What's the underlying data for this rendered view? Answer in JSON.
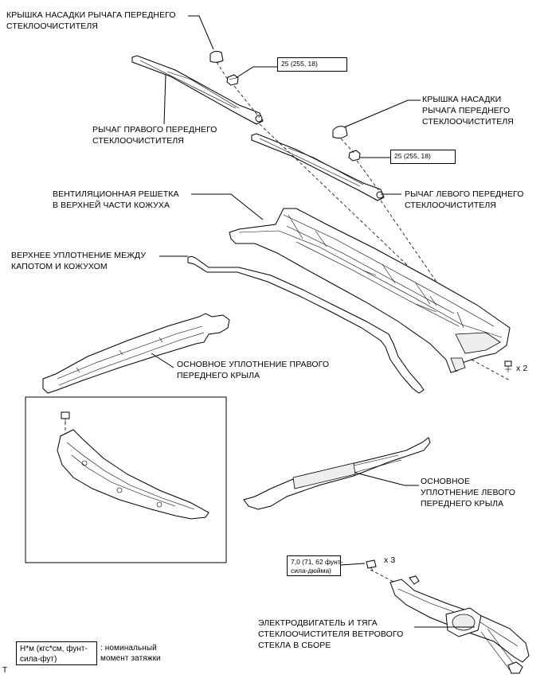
{
  "labels": {
    "cap_right_1": "КРЫШКА НАСАДКИ РЫЧАГА ПЕРЕДНЕГО",
    "cap_right_2": "СТЕКЛООЧИСТИТЕЛЯ",
    "cap_left_1": "КРЫШКА НАСАДКИ",
    "cap_left_2": "РЫЧАГА ПЕРЕДНЕГО",
    "cap_left_3": "СТЕКЛООЧИСТИТЕЛЯ",
    "arm_right_1": "РЫЧАГ ПРАВОГО ПЕРЕДНЕГО",
    "arm_right_2": "СТЕКЛООЧИСТИТЕЛЯ",
    "arm_left_1": "РЫЧАГ ЛЕВОГО ПЕРЕДНЕГО",
    "arm_left_2": "СТЕКЛООЧИСТИТЕЛЯ",
    "cowl_1": "ВЕНТИЛЯЦИОННАЯ РЕШЕТКА",
    "cowl_2": "В ВЕРХНЕЙ ЧАСТИ КОЖУХА",
    "seal_top_1": "ВЕРХНЕЕ УПЛОТНЕНИЕ МЕЖДУ",
    "seal_top_2": "КАПОТОМ И КОЖУХОМ",
    "seal_right_1": "ОСНОВНОЕ УПЛОТНЕНИЕ ПРАВОГО",
    "seal_right_2": "ПЕРЕДНЕГО КРЫЛА",
    "seal_left_1": "ОСНОВНОЕ",
    "seal_left_2": "УПЛОТНЕНИЕ ЛЕВОГО",
    "seal_left_3": "ПЕРЕДНЕГО КРЫЛА",
    "motor_1": "ЭЛЕКТРОДВИГАТЕЛЬ И ТЯГА",
    "motor_2": "СТЕКЛООЧИСТИТЕЛЯ ВЕТРОВОГО",
    "motor_3": "СТЕКЛА В СБОРЕ",
    "qty_clips": "x 2",
    "qty_bolts": "x 3",
    "corner_mark": "T"
  },
  "torque": {
    "nut_right": "25 (255, 18)",
    "nut_left": "25 (255, 18)",
    "bolt_motor_1": "7,0 (71, 62 фунт-",
    "bolt_motor_2": "сила-дюйма)"
  },
  "legend": {
    "unit_1": "Н*м (кгс*см, фунт-",
    "unit_2": "сила-фут)",
    "desc_1": ": номинальный",
    "desc_2": "момент затяжки"
  }
}
